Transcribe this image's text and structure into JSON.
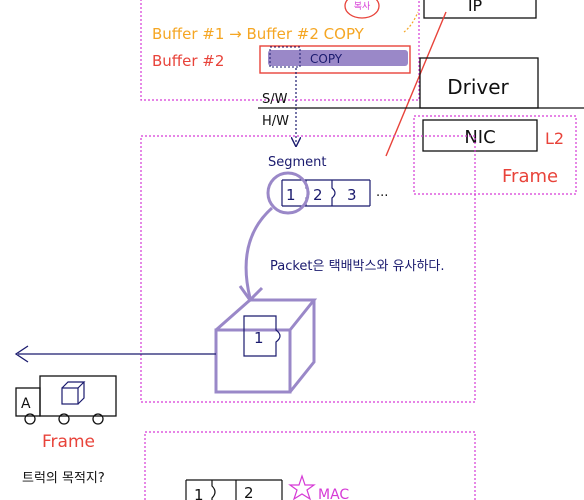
{
  "colors": {
    "orange": "#f5a623",
    "red": "#e8433a",
    "navy": "#1a1a6e",
    "purple": "#9a88c8",
    "purple_dark": "#7d6bb5",
    "magenta": "#d63ad6",
    "black": "#111111"
  },
  "labels": {
    "top_note": "복사",
    "top_box": "IP",
    "buffer_copy_line": "Buffer #1 → Buffer #2  COPY",
    "buffer2": "Buffer #2",
    "copy_bar": "COPY",
    "driver": "Driver",
    "sw": "S/W",
    "hw": "H/W",
    "nic": "NIC",
    "l2": "L2",
    "frame_right": "Frame",
    "segment": "Segment",
    "seg_piece1": "1",
    "seg_piece2": "2",
    "seg_piece3": "3",
    "ellipsis": "...",
    "packet_note": "Packet은 택배박스와 유사하다.",
    "box_piece": "1",
    "truck_letter": "A",
    "frame_left": "Frame",
    "truck_question": "트럭의 목적지?",
    "bottom_piece1": "1",
    "bottom_piece2": "2",
    "bottom_star_text": "MAC"
  }
}
